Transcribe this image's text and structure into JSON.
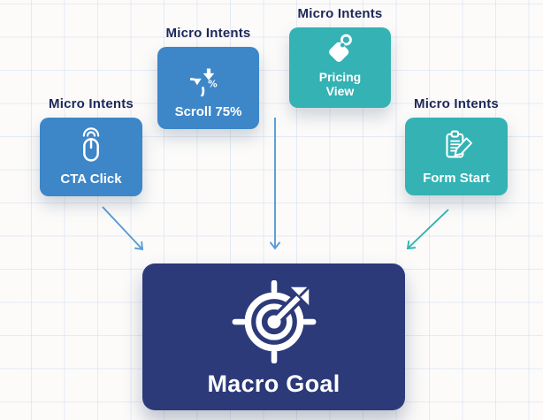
{
  "colors": {
    "micro_blue": "#3d86c8",
    "micro_teal": "#34b2b4",
    "macro_navy": "#2c3a7a",
    "heading_text": "#1d2758",
    "box_text": "#ffffff",
    "arrow_blue": "#579bd8",
    "arrow_teal": "#2fb4ae",
    "background": "#fcfbfa",
    "grid_line": "#dde6f0"
  },
  "nodes": [
    {
      "id": "cta-click",
      "heading": "Micro Intents",
      "label": "CTA Click",
      "icon": "mouse-click-icon",
      "color": "#3d86c8"
    },
    {
      "id": "scroll-75",
      "heading": "Micro Intents",
      "label": "Scroll 75%",
      "icon": "scroll-percent-icon",
      "color": "#3d86c8"
    },
    {
      "id": "pricing-view",
      "heading": "Micro Intents",
      "label": "Pricing View",
      "icon": "price-tag-icon",
      "color": "#34b2b4"
    },
    {
      "id": "form-start",
      "heading": "Micro Intents",
      "label": "Form Start",
      "icon": "clipboard-pencil-icon",
      "color": "#34b2b4"
    }
  ],
  "goal": {
    "id": "macro-goal",
    "label": "Macro Goal",
    "icon": "target-dart-icon"
  },
  "icons": {
    "scroll_percent_symbol": "%"
  },
  "arrows": [
    {
      "from": "cta-click",
      "to": "macro-goal",
      "color": "blue",
      "direction": "diagonal-down-right"
    },
    {
      "from": "pricing-view",
      "to": "macro-goal",
      "color": "blue",
      "direction": "vertical-down"
    },
    {
      "from": "form-start",
      "to": "macro-goal",
      "color": "teal",
      "direction": "diagonal-down-left"
    }
  ]
}
